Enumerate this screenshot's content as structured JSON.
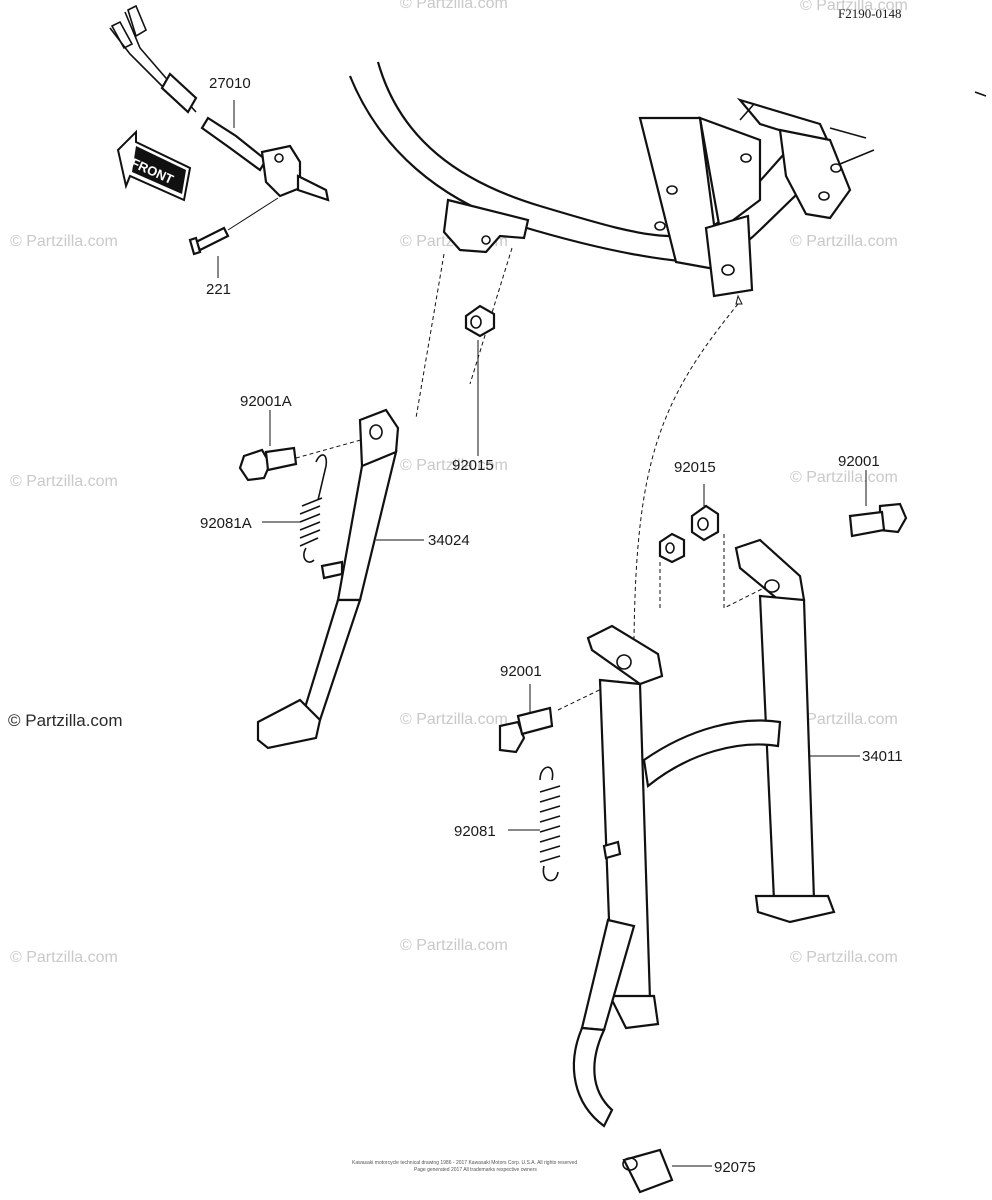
{
  "diagram": {
    "code": "F2190-0148",
    "front_arrow": "FRONT",
    "watermark": "© Partzilla.com",
    "watermark_dark": "© Partzilla.com",
    "copyright_lines": [
      "Kawasaki motorcycle technical drawing 1986 - 2017 Kawasaki Motors Corp. U.S.A. All rights reserved",
      "Page generated 2017 All trademarks respective owners"
    ],
    "callouts": {
      "p27010": "27010",
      "p221": "221",
      "p92001A": "92001A",
      "p92015_left": "92015",
      "p92081A": "92081A",
      "p34024": "34024",
      "p92015_right": "92015",
      "p92001_right": "92001",
      "p92001_center": "92001",
      "p34011": "34011",
      "p92081": "92081",
      "p92075": "92075"
    }
  }
}
